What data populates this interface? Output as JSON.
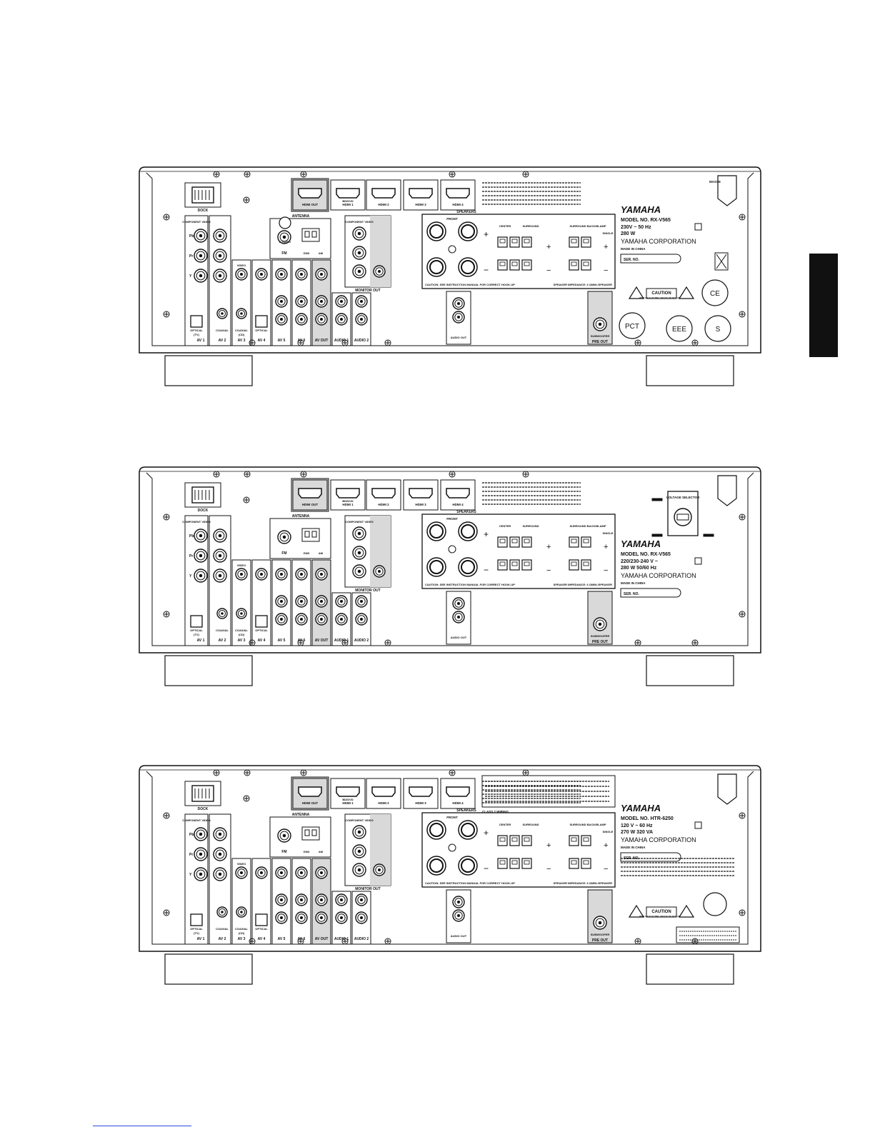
{
  "panels": [
    {
      "model": "RX-V565",
      "model_prefix": "MODEL NO.",
      "brand": "YAMAHA",
      "corporation": "YAMAHA CORPORATION",
      "made_in": "MADE IN CHINA",
      "power_rating": "230V ~ 50 Hz",
      "power_watts": "280 W",
      "ser_no": "SER. NO.",
      "corner_mark": "MASSE",
      "caution_title": "CAUTION",
      "caution_text": "RISK OF ELECTRIC SHOCK DO NOT OPEN",
      "cert_marks": [
        "CE",
        "PCT",
        "EEE",
        "S"
      ]
    },
    {
      "model": "RX-V565",
      "model_prefix": "MODEL NO.",
      "brand": "YAMAHA",
      "corporation": "YAMAHA CORPORATION",
      "made_in": "MADE IN CHINA",
      "power_rating": "220/230-240 V ~",
      "power_watts": "280 W      50/60 Hz",
      "ser_no": "SER. NO.",
      "voltage_selector": "VOLTAGE SELECTOR"
    },
    {
      "model": "HTR-6250",
      "model_prefix": "MODEL NO.",
      "brand": "YAMAHA",
      "corporation": "YAMAHA CORPORATION",
      "made_in": "MADE IN CHINA",
      "power_rating": "120 V ~      60 Hz",
      "power_watts": "270 W       320 VA",
      "ser_no": "SER. NO.",
      "caution_title": "CAUTION",
      "caution_text": "RISK OF ELECTRIC SHOCK DO NOT OPEN",
      "class2_wiring": "CLASS 2 WIRING"
    }
  ],
  "jack_labels": {
    "dock": "DOCK",
    "component_video": "COMPONENT VIDEO",
    "video": "VIDEO",
    "s_video": "S VIDEO",
    "antenna": "ANTENNA",
    "fm": "FM",
    "am": "AM",
    "gnd": "GND",
    "hdmi_out": "HDMI OUT",
    "hdmi_1": "HDMI 1",
    "hdmi_1_sub": "BD/DVD",
    "hdmi_2": "HDMI 2",
    "hdmi_3": "HDMI 3",
    "hdmi_4": "HDMI 4",
    "monitor_out": "MONITOR OUT",
    "speakers": "SPEAKERS",
    "front": "FRONT",
    "center": "CENTER",
    "surround": "SURROUND",
    "surround_back": "SURROUND BACK/BI-AMP",
    "single": "SINGLE",
    "audio_out": "AUDIO OUT",
    "pre_out": "PRE OUT",
    "subwoofer": "SUBWOOFER",
    "optical": "OPTICAL",
    "coaxial": "COAXIAL",
    "av1": "AV 1",
    "av2": "AV 2",
    "av3": "AV 3",
    "av4": "AV 4",
    "av5": "AV 5",
    "av6": "AV 6",
    "av_out": "AV OUT",
    "audio1": "AUDIO 1",
    "audio2": "AUDIO 2",
    "tv": "(TV)",
    "cd": "(CD)",
    "speaker_caution": "CAUTION: SEE INSTRUCTION MANUAL FOR CORRECT HOOK-UP",
    "speaker_impedance": "SPEAKER IMPEDANCE: 6 ΩMIN./SPEAKER"
  },
  "colors": {
    "ink": "#111111",
    "screen": "#d9d9d9",
    "tab": "#111111",
    "link": "#2a4bd7"
  }
}
